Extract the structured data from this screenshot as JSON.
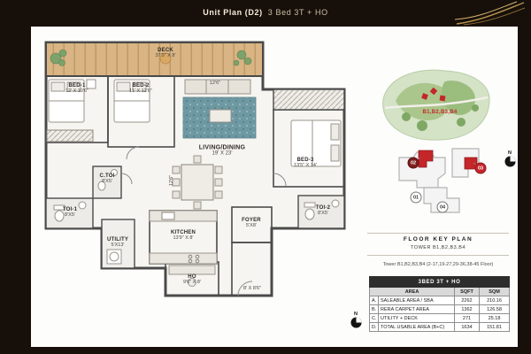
{
  "header": {
    "title_main": "Unit Plan (D2)",
    "title_sub": "3 Bed 3T + HO"
  },
  "floorplan": {
    "rooms": [
      {
        "name": "DECK",
        "dims": "37'3\" X 8'"
      },
      {
        "name": "BED-1",
        "dims": "12' X 10'6\""
      },
      {
        "name": "BED-2",
        "dims": "11' X 12'6\""
      },
      {
        "name": "LIVING/DINING",
        "dims": "19' X 23'"
      },
      {
        "name": "BED-3",
        "dims": "13'5\" X 14'"
      },
      {
        "name": "C.TOI",
        "dims": "8'X5'"
      },
      {
        "name": "TOI-1",
        "dims": "8'X5'"
      },
      {
        "name": "TOI-2",
        "dims": "8'X5'"
      },
      {
        "name": "UTILITY",
        "dims": "5'X13'"
      },
      {
        "name": "KITCHEN",
        "dims": "13'9\" X 8'"
      },
      {
        "name": "FOYER",
        "dims": "5'X8'"
      },
      {
        "name": "HO",
        "dims": "9'6\" X 8'"
      }
    ],
    "dim_top": "12'6\"",
    "dim_mid": "12'6\"",
    "dim_entry": "8' X 8'6\""
  },
  "site_plan": {
    "label": "B1,B2,B3,B4"
  },
  "compass": {
    "label": "N"
  },
  "key_plan": {
    "units": [
      {
        "id": "02"
      },
      {
        "id": "03"
      },
      {
        "id": "01"
      },
      {
        "id": "04"
      }
    ],
    "title": "FLOOR KEY PLAN",
    "subtitle": "TOWER B1,B2,B3,B4",
    "note": "Tower B1,B2,B3,B4 (2-17,19-27,29-36,38-45 Floor)"
  },
  "area_table": {
    "title": "3BED 3T + HO",
    "columns": [
      "AREA",
      "SQFT",
      "SQM"
    ],
    "rows": [
      {
        "sn": "A.",
        "area": "SALEABLE AREA / SBA",
        "sqft": "2262",
        "sqm": "210.16"
      },
      {
        "sn": "B.",
        "area": "RERA CARPET AREA",
        "sqft": "1362",
        "sqm": "126.58"
      },
      {
        "sn": "C.",
        "area": "UTILITY + DECK",
        "sqft": "271",
        "sqm": "25.18"
      },
      {
        "sn": "D.",
        "area": "TOTAL USABLE AREA (B+C)",
        "sqft": "1634",
        "sqm": "151.81"
      }
    ]
  }
}
